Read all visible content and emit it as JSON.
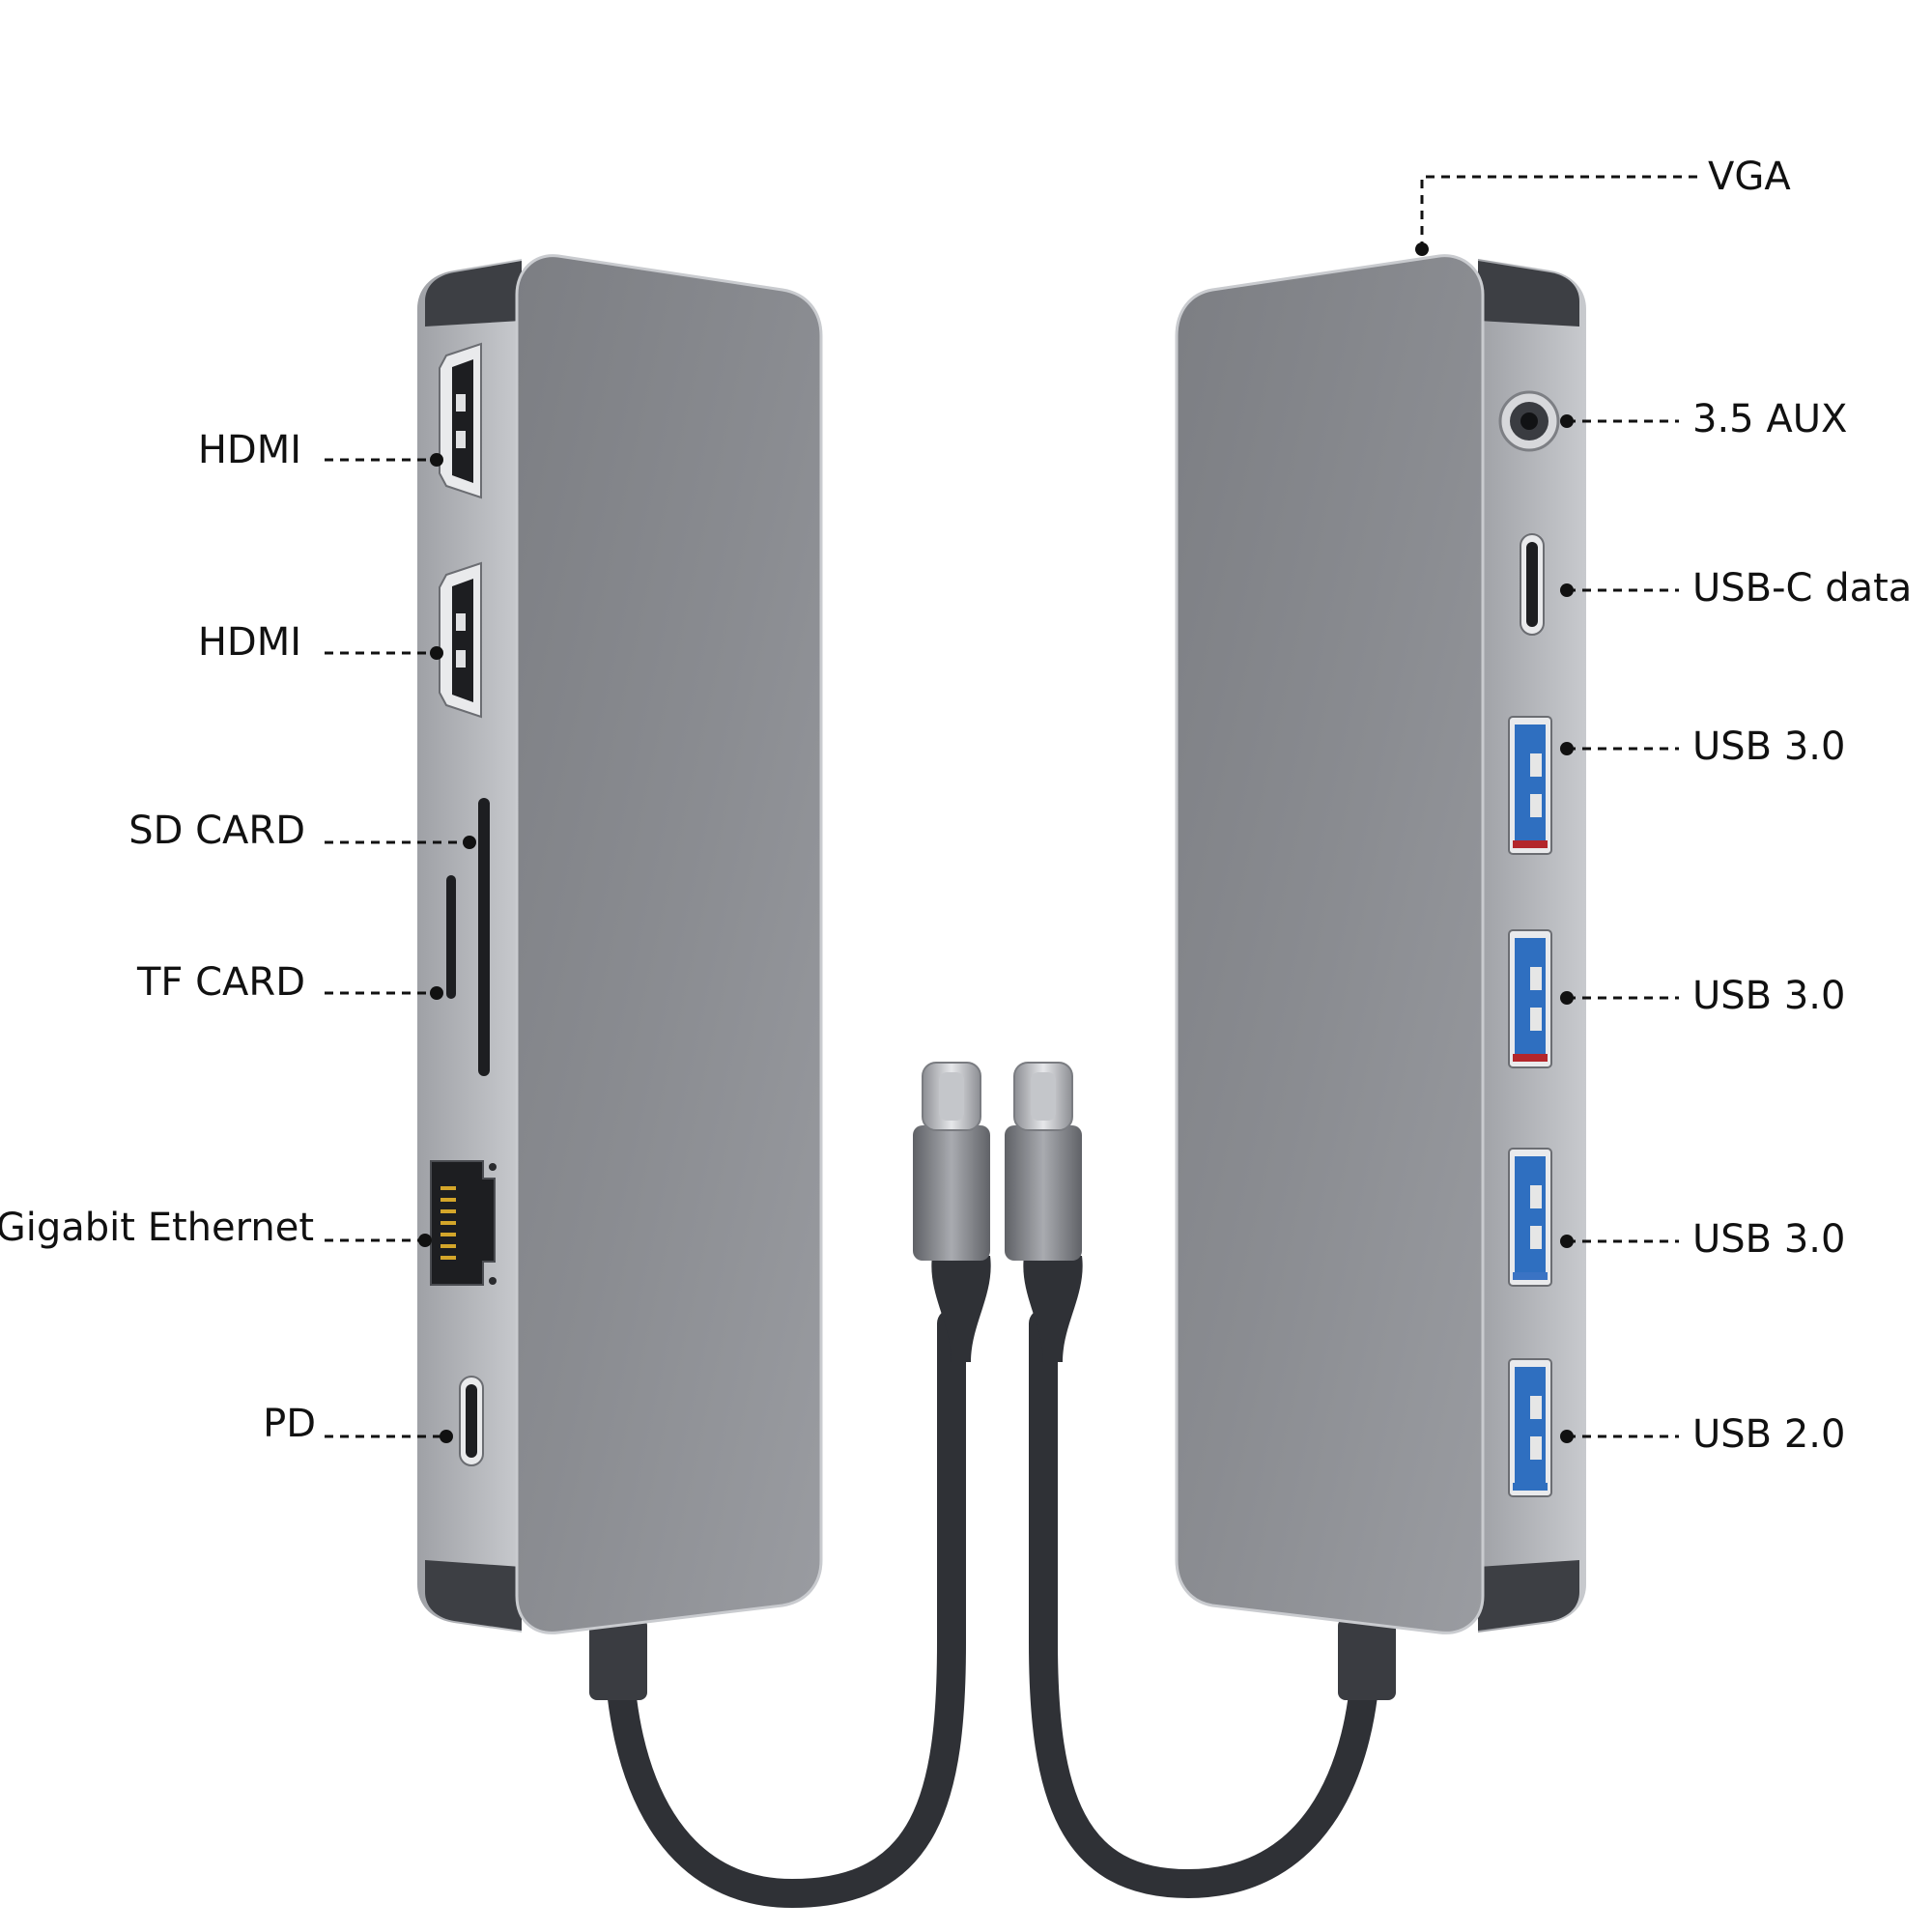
{
  "left_labels": {
    "hdmi_1": "HDMI",
    "hdmi_2": "HDMI",
    "sd_card": "SD CARD",
    "tf_card": "TF CARD",
    "ethernet": "Gigabit Ethernet",
    "pd": "PD"
  },
  "right_labels": {
    "vga": "VGA",
    "aux": "3.5 AUX",
    "usbc_data": "USB-C data",
    "usb30_1": "USB 3.0",
    "usb30_2": "USB 3.0",
    "usb30_3": "USB 3.0",
    "usb20": "USB 2.0"
  },
  "colors": {
    "body_face": "#85878c",
    "body_side": "#b4b6bb",
    "end_cap": "#3d3f44",
    "cable": "#2f3136",
    "usb3_blue": "#2f6fc0",
    "label_text": "#111111"
  },
  "icons": {
    "hdmi": "hdmi-port-icon",
    "ethernet": "rj45-port-icon",
    "usb_a": "usb-a-port-icon",
    "usb_c": "usb-c-port-icon",
    "aux": "audio-jack-icon",
    "card_slot": "card-slot-icon"
  }
}
